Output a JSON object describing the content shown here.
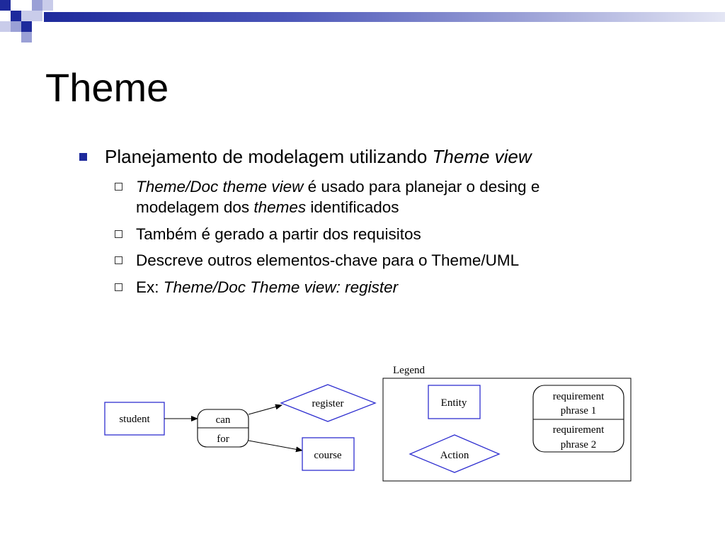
{
  "slide": {
    "title": "Theme",
    "bullet1": {
      "text": "Planejamento de modelagem utilizando ",
      "italic": "Theme view"
    },
    "sub1": {
      "italic": "Theme/Doc theme view",
      "text_a": " é usado para planejar o desing e",
      "text_b": "modelagem dos ",
      "italic_b": "themes",
      "text_c": " identificados"
    },
    "sub2": "Também é gerado a partir dos requisitos",
    "sub3": "Descreve outros elementos-chave para o Theme/UML",
    "sub4": {
      "text": "Ex: ",
      "italic": "Theme/Doc Theme view: register"
    }
  },
  "diagram": {
    "student": "student",
    "can": "can",
    "for": "for",
    "register": "register",
    "course": "course",
    "legend_title": "Legend",
    "entity": "Entity",
    "action": "Action",
    "req1_line1": "requirement",
    "req1_line2": "phrase 1",
    "req2_line1": "requirement",
    "req2_line2": "phrase 2"
  },
  "colors": {
    "accent": "#1e2a9c",
    "diagram_blue": "#2f2fd0"
  }
}
